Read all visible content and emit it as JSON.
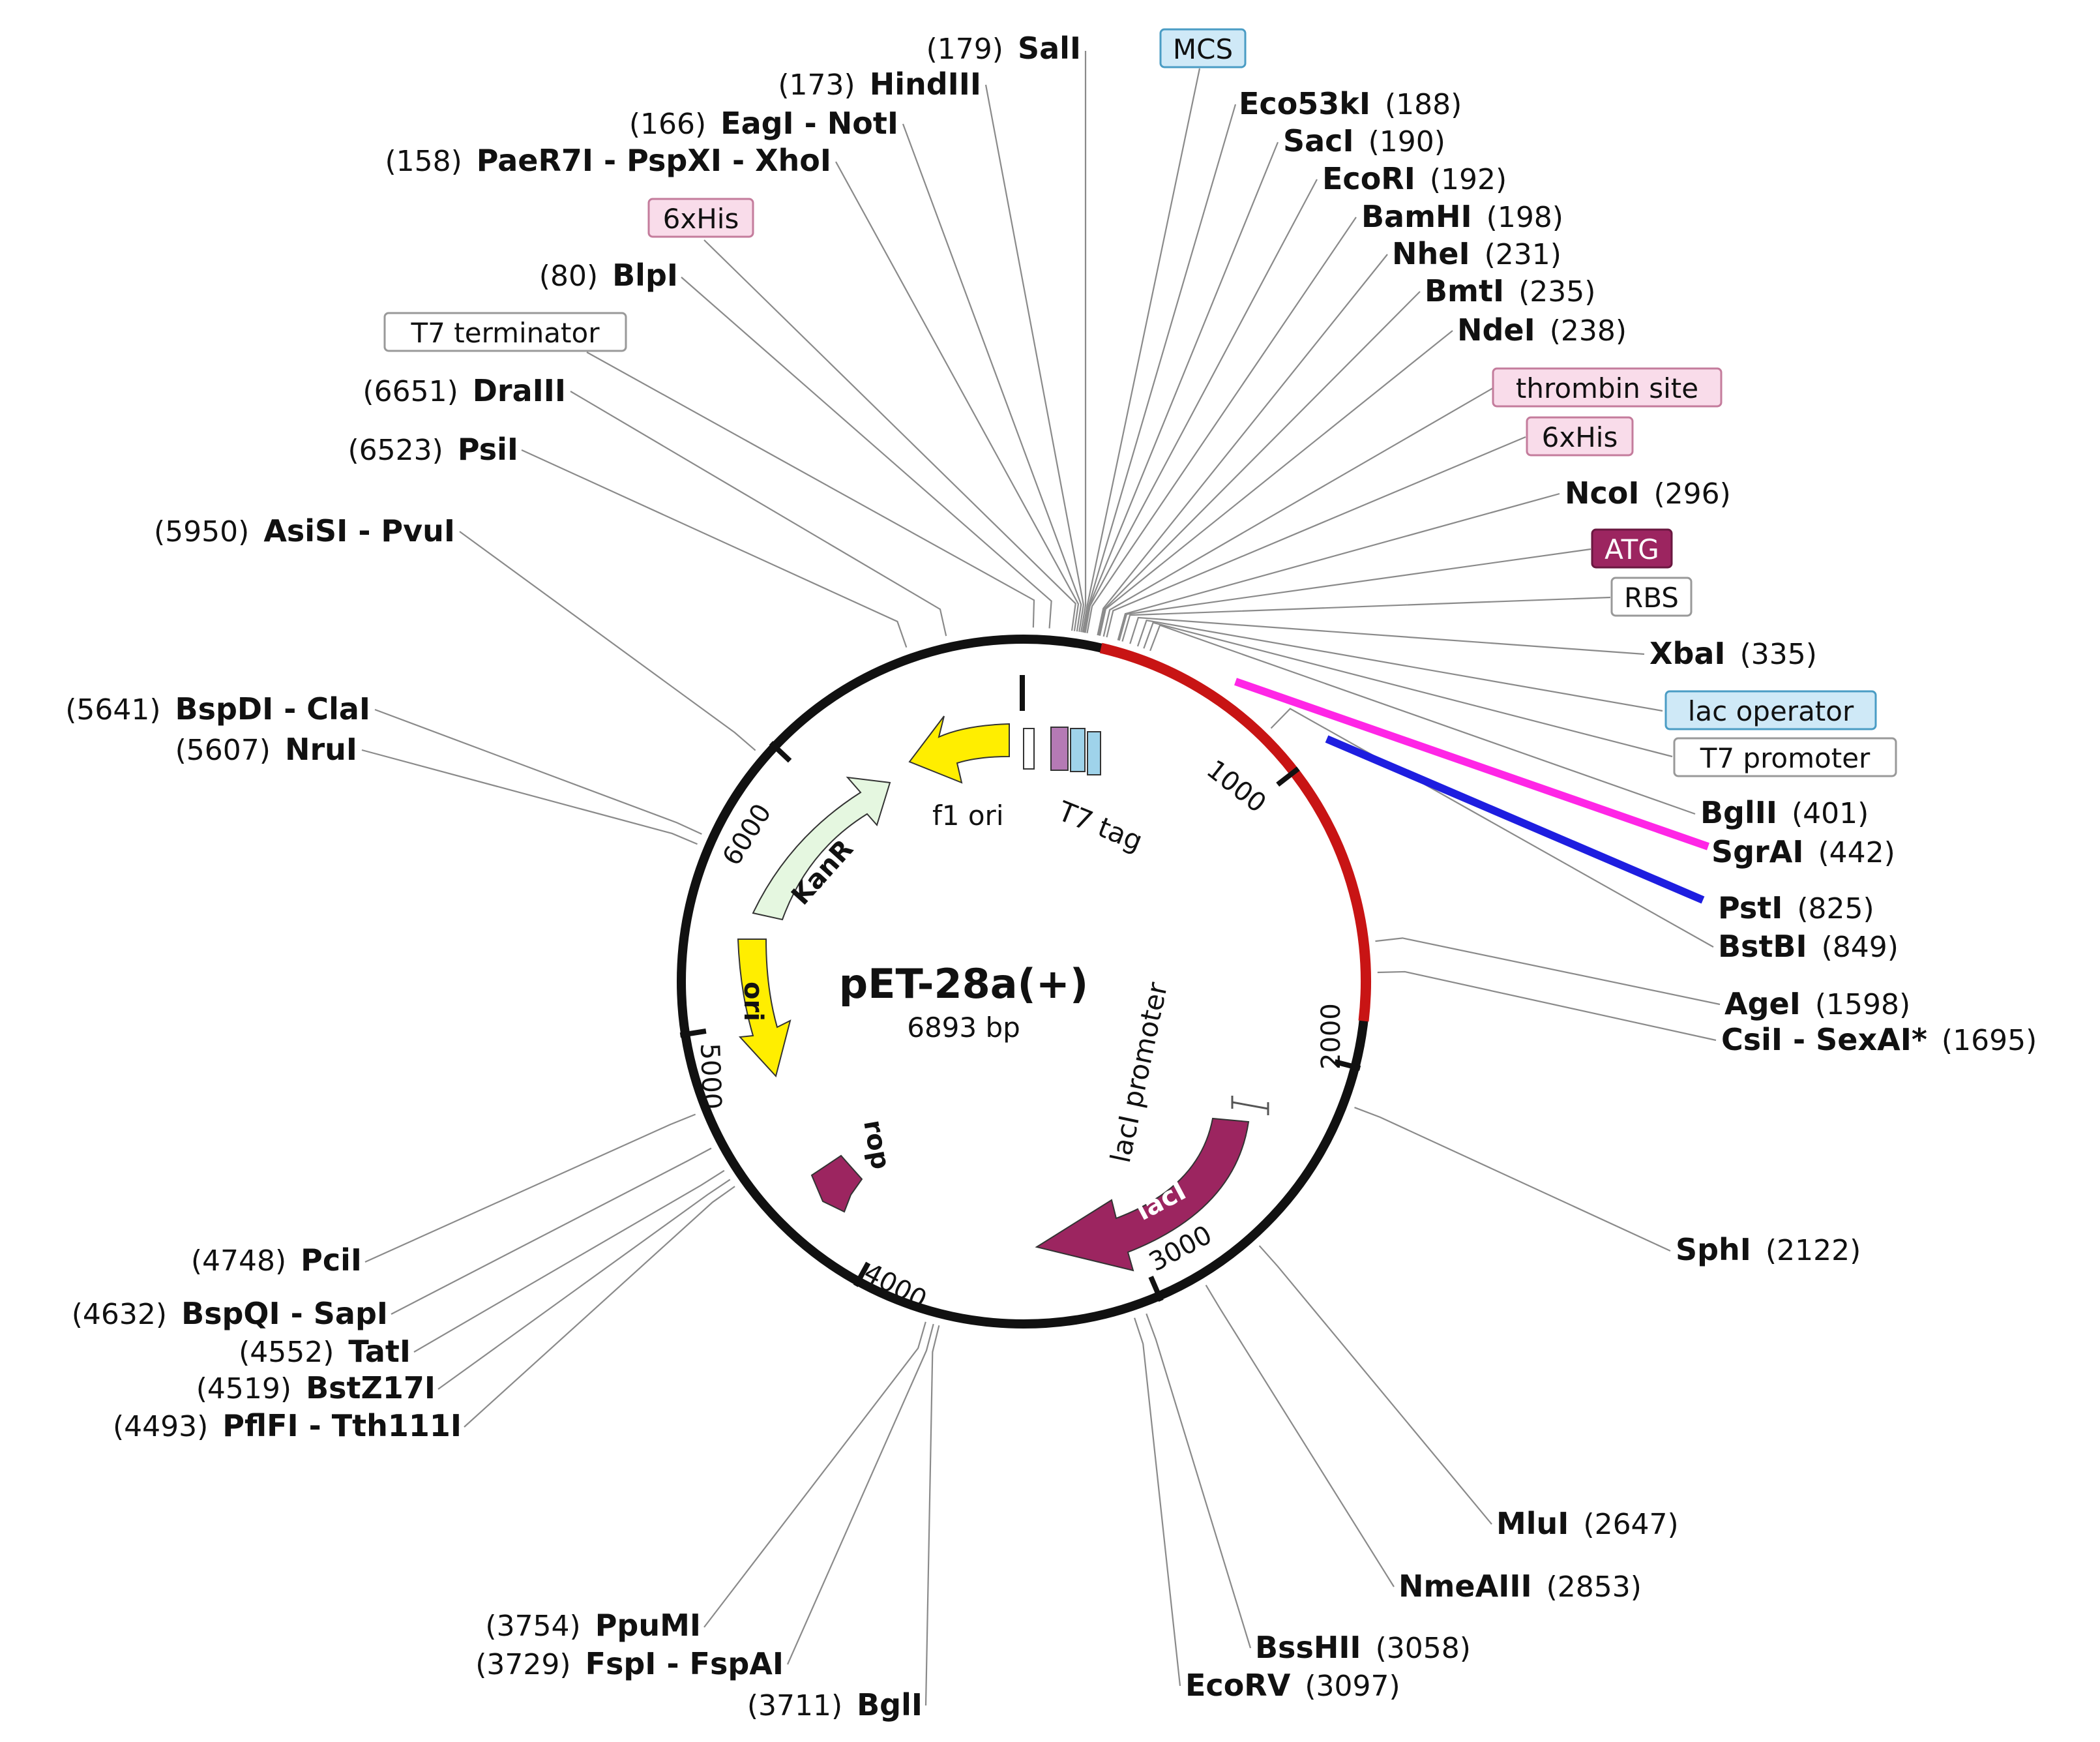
{
  "plasmid": {
    "name": "pET-28a(+)",
    "size": "6893 bp"
  },
  "colors": {
    "backbone": "#111111",
    "mcs_region": "#c81414",
    "magenta": "#ff26e6",
    "blue": "#1e1ee0",
    "yellow": "#ffee00",
    "kanr": "#e5f7e0",
    "maroon": "#9c2560",
    "box_blue": "#cfe9f7",
    "box_pink": "#f9dcea"
  },
  "ticks": [
    "1000",
    "2000",
    "3000",
    "4000",
    "5000",
    "6000"
  ],
  "gene_labels": {
    "kanr": "KanR",
    "ori": "ori",
    "laci": "lacI",
    "rop": "rop",
    "laci_promoter": "lacI promoter",
    "f1_ori": "f1 ori",
    "t7_tag": "T7 tag"
  },
  "sites": [
    {
      "pos": "(179)",
      "name": "SalI"
    },
    {
      "pos": "(173)",
      "name": "HindIII"
    },
    {
      "pos": "(166)",
      "name": "EagI - NotI"
    },
    {
      "pos": "(158)",
      "name": "PaeR7I - PspXI - XhoI"
    },
    {
      "pos": "(80)",
      "name": "BlpI"
    },
    {
      "pos": "(6651)",
      "name": "DraIII"
    },
    {
      "pos": "(6523)",
      "name": "PsiI"
    },
    {
      "pos": "(5950)",
      "name": "AsiSI - PvuI"
    },
    {
      "pos": "(5641)",
      "name": "BspDI - ClaI"
    },
    {
      "pos": "(5607)",
      "name": "NruI"
    },
    {
      "pos": "(4748)",
      "name": "PciI"
    },
    {
      "pos": "(4632)",
      "name": "BspQI - SapI"
    },
    {
      "pos": "(4552)",
      "name": "TatI"
    },
    {
      "pos": "(4519)",
      "name": "BstZ17I"
    },
    {
      "pos": "(4493)",
      "name": "PflFI - Tth111I"
    },
    {
      "pos": "(3754)",
      "name": "PpuMI"
    },
    {
      "pos": "(3729)",
      "name": "FspI - FspAI"
    },
    {
      "pos": "(3711)",
      "name": "BglI"
    },
    {
      "pos": "(3097)",
      "name": "EcoRV"
    },
    {
      "pos": "(3058)",
      "name": "BssHII"
    },
    {
      "pos": "(2853)",
      "name": "NmeAIII"
    },
    {
      "pos": "(2647)",
      "name": "MluI"
    },
    {
      "pos": "(2122)",
      "name": "SphI"
    },
    {
      "pos": "(1695)",
      "name": "CsiI - SexAI*"
    },
    {
      "pos": "(1598)",
      "name": "AgeI"
    },
    {
      "pos": "(849)",
      "name": "BstBI"
    },
    {
      "pos": "(825)",
      "name": "PstI"
    },
    {
      "pos": "(442)",
      "name": "SgrAI"
    },
    {
      "pos": "(401)",
      "name": "BglII"
    },
    {
      "pos": "(335)",
      "name": "XbaI"
    },
    {
      "pos": "(296)",
      "name": "NcoI"
    },
    {
      "pos": "(238)",
      "name": "NdeI"
    },
    {
      "pos": "(235)",
      "name": "BmtI"
    },
    {
      "pos": "(231)",
      "name": "NheI"
    },
    {
      "pos": "(198)",
      "name": "BamHI"
    },
    {
      "pos": "(192)",
      "name": "EcoRI"
    },
    {
      "pos": "(190)",
      "name": "SacI"
    },
    {
      "pos": "(188)",
      "name": "Eco53kI"
    }
  ],
  "features": [
    {
      "label": "MCS"
    },
    {
      "label": "6xHis"
    },
    {
      "label": "T7 terminator"
    },
    {
      "label": "thrombin site"
    },
    {
      "label": "6xHis"
    },
    {
      "label": "ATG"
    },
    {
      "label": "RBS"
    },
    {
      "label": "lac operator"
    },
    {
      "label": "T7 promoter"
    }
  ]
}
